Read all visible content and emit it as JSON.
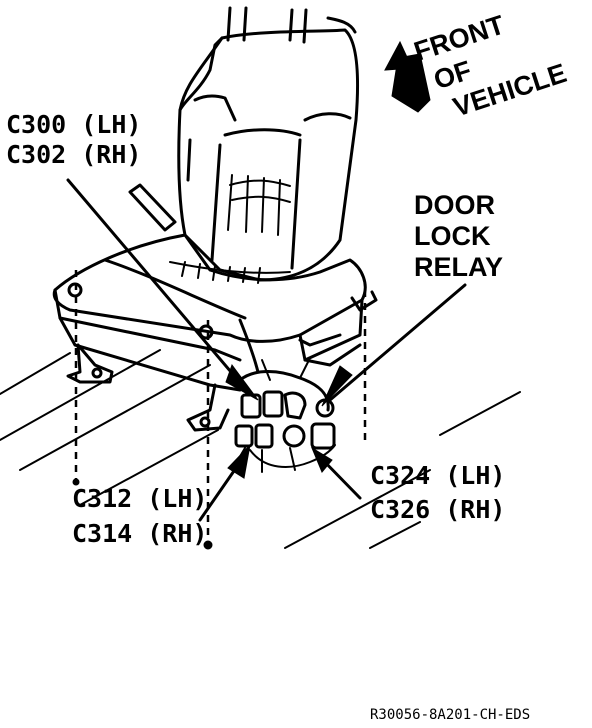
{
  "labels": {
    "front_of_vehicle": [
      "FRONT",
      "OF",
      "VEHICLE"
    ],
    "connector_upper": [
      "C300 (LH)",
      "C302 (RH)"
    ],
    "door_lock_relay": [
      "DOOR",
      "LOCK",
      "RELAY"
    ],
    "connector_lower_left": [
      "C312 (LH)",
      "C314 (RH)"
    ],
    "connector_lower_right": [
      "C324 (LH)",
      "C326 (RH)"
    ]
  },
  "figure_code": "R30056-8A201-CH-EDS"
}
